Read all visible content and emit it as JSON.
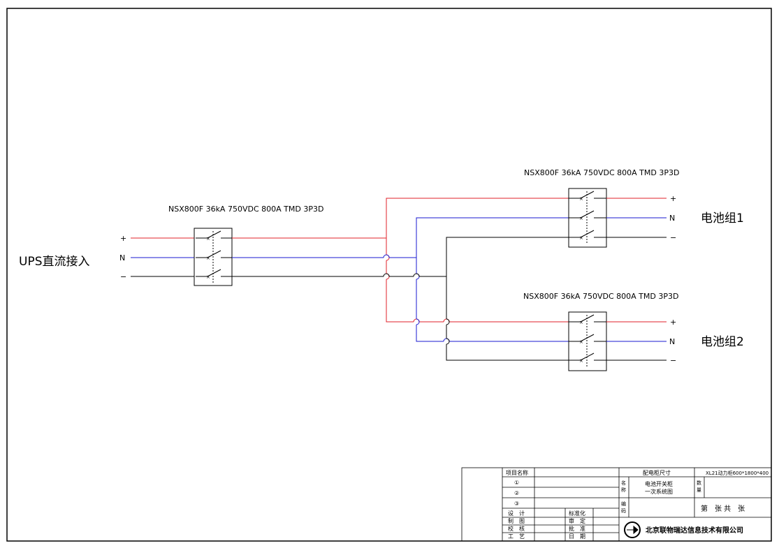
{
  "source_label": "UPS直流接入",
  "breaker_main_label": "NSX800F 36kA 750VDC 800A TMD 3P3D",
  "breaker_1_label": "NSX800F 36kA 750VDC 800A TMD 3P3D",
  "breaker_2_label": "NSX800F 36kA 750VDC 800A TMD 3P3D",
  "poles": {
    "plus": "+",
    "n": "N",
    "minus": "−"
  },
  "battery_1_label": "电池组1",
  "battery_2_label": "电池组2",
  "colors": {
    "plus": "#e0202a",
    "n": "#1a1ad0",
    "minus": "#000000"
  },
  "title_block": {
    "project_name_label": "项目名称",
    "cabinet_size_label": "配电柜尺寸",
    "cabinet_size_value": "XL21动力柜600*1800*400",
    "circled_1": "①",
    "circled_2": "②",
    "circled_3": "③",
    "name_label_1": "名",
    "name_label_2": "称",
    "drawing_name_1": "电池开关柜",
    "drawing_name_2": "一次系统图",
    "qty_label_1": "数",
    "qty_label_2": "量",
    "code_label_1": "编",
    "code_label_2": "码",
    "sheet_text": "第　张 共　张",
    "design_label": "设　计",
    "draw_label": "制　图",
    "check_label": "校　核",
    "craft_label": "工　艺",
    "standard_label": "标准化",
    "review_label": "审　定",
    "approve_label": "批　准",
    "date_label": "日　期",
    "company": "北京联物瑞达信息技术有限公司"
  }
}
